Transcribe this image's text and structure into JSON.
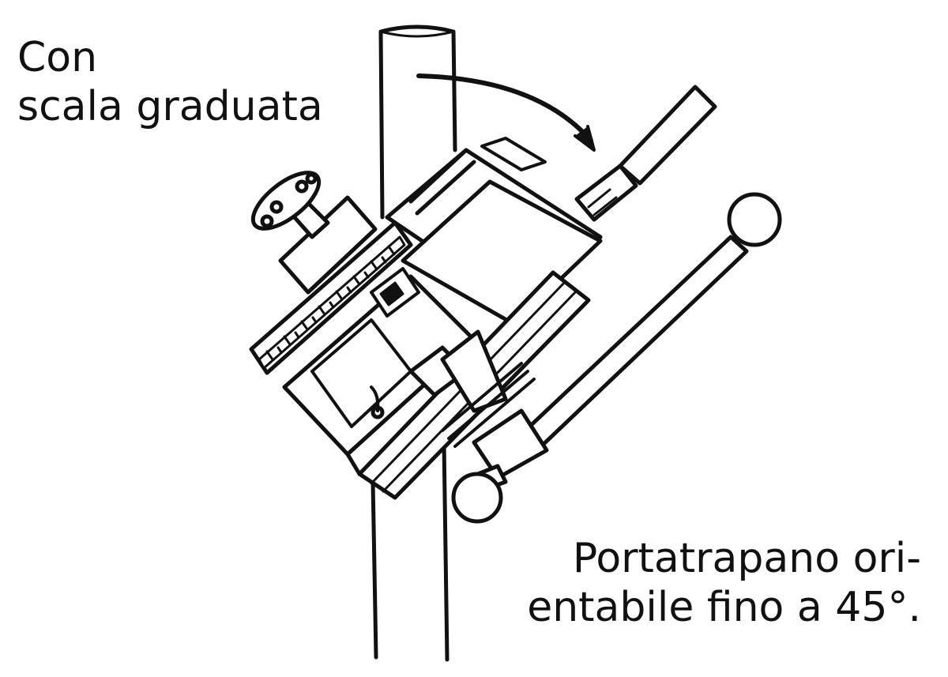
{
  "labels": {
    "top_line1": "Con",
    "top_line2": "scala graduata",
    "bottom_line1": "Portatrapano ori-",
    "bottom_line2": "entabile fino a 45°."
  },
  "colors": {
    "ink": "#111111",
    "background": "#ffffff"
  },
  "illustration": {
    "subject": "drill-holder-tilting-head",
    "tilt_max_degrees": 45
  }
}
